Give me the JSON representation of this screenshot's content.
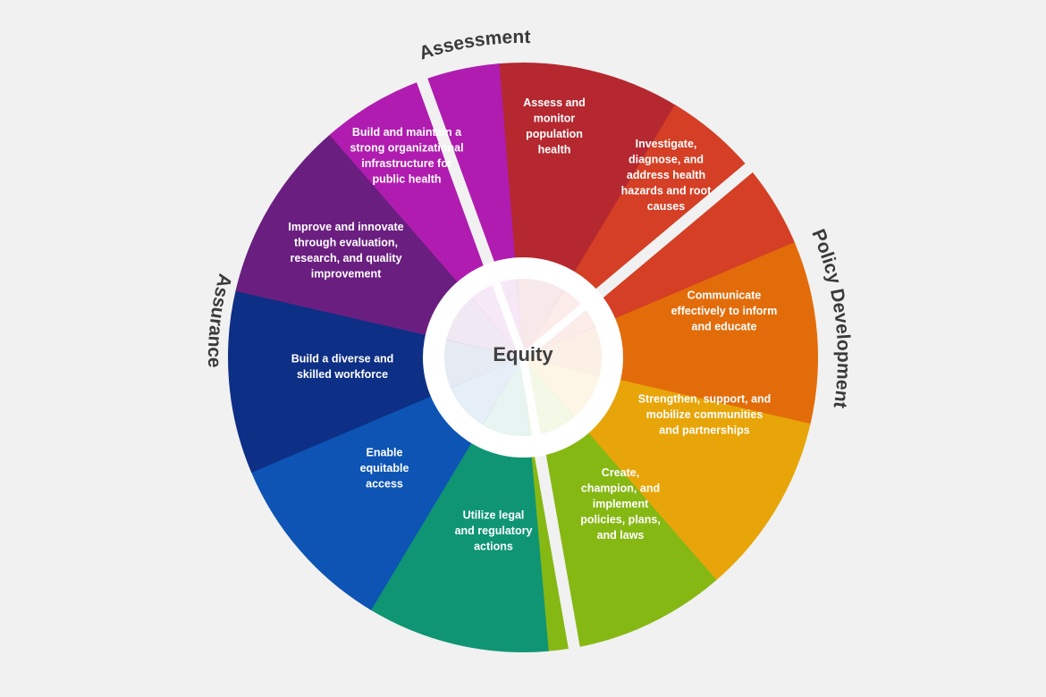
{
  "center": {
    "label": "Equity"
  },
  "groups": [
    {
      "label": "Assessment"
    },
    {
      "label": "Policy Development"
    },
    {
      "label": "Assurance"
    }
  ],
  "services": [
    {
      "lines": [
        "Assess and",
        "monitor",
        "population",
        "health"
      ],
      "color": "#b5282f"
    },
    {
      "lines": [
        "Investigate,",
        "diagnose, and",
        "address health",
        "hazards and root",
        "causes"
      ],
      "color": "#d43f25"
    },
    {
      "lines": [
        "Communicate",
        "effectively to inform",
        "and educate"
      ],
      "color": "#e36c0a"
    },
    {
      "lines": [
        "Strengthen, support, and",
        "mobilize communities",
        "and partnerships"
      ],
      "color": "#e8a509"
    },
    {
      "lines": [
        "Create,",
        "champion, and",
        "implement",
        "policies, plans,",
        "and laws"
      ],
      "color": "#86b814"
    },
    {
      "lines": [
        "Utilize legal",
        "and regulatory",
        "actions"
      ],
      "color": "#0f9574"
    },
    {
      "lines": [
        "Enable",
        "equitable",
        "access"
      ],
      "color": "#0d54b5"
    },
    {
      "lines": [
        "Build a diverse and",
        "skilled workforce"
      ],
      "color": "#0d2f85"
    },
    {
      "lines": [
        "Improve and innovate",
        "through evaluation,",
        "research, and quality",
        "improvement"
      ],
      "color": "#6a1f80"
    },
    {
      "lines": [
        "Build and maintain a",
        "strong organizational",
        "infrastructure for",
        "public health"
      ],
      "color": "#b01cb0"
    }
  ],
  "colors": {
    "background": "#f1f1f1",
    "gap": "#f1f1f1",
    "center_fill": "#ffffff",
    "text_dark": "#3a3a3a"
  }
}
